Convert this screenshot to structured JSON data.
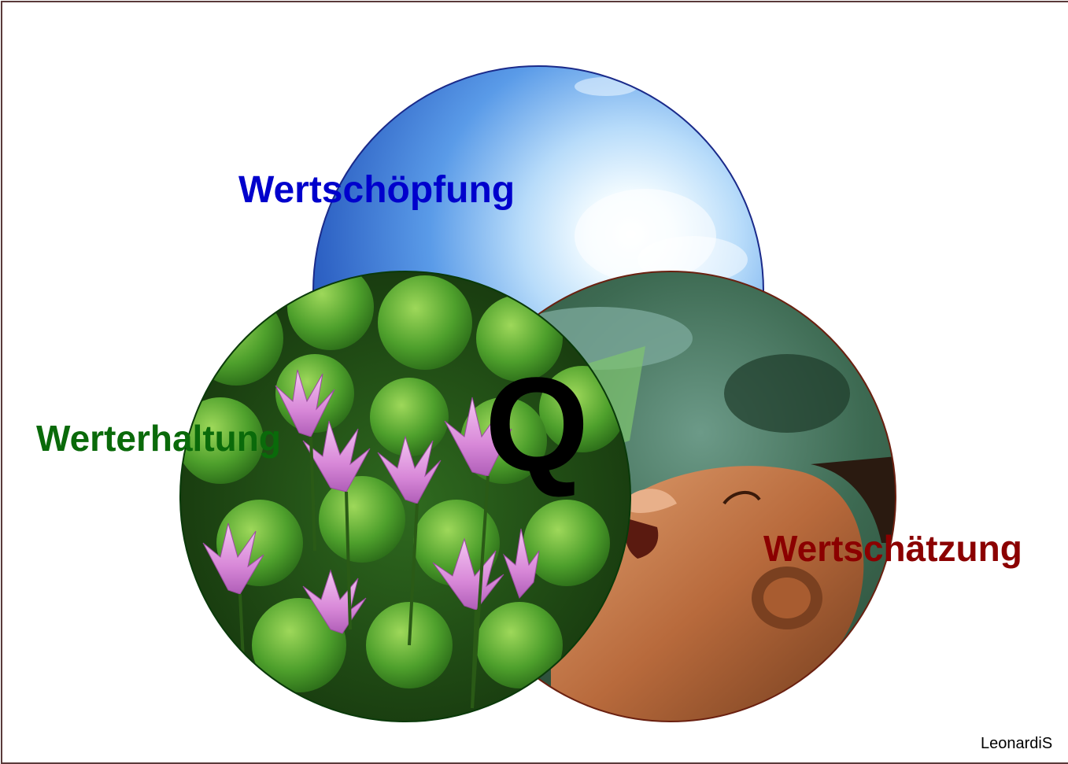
{
  "labels": {
    "top": "Wertschöpfung",
    "left": "Werterhaltung",
    "right": "Wertschätzung"
  },
  "center": "Q",
  "footer": "LeonardiS",
  "colors": {
    "top": "#0000cc",
    "left": "#0a6a0a",
    "right": "#8b0000",
    "frame": "#5a3a3a"
  },
  "images": {
    "top": "sky-with-sun",
    "left": "water-lilies",
    "right": "child-drinking-water"
  }
}
